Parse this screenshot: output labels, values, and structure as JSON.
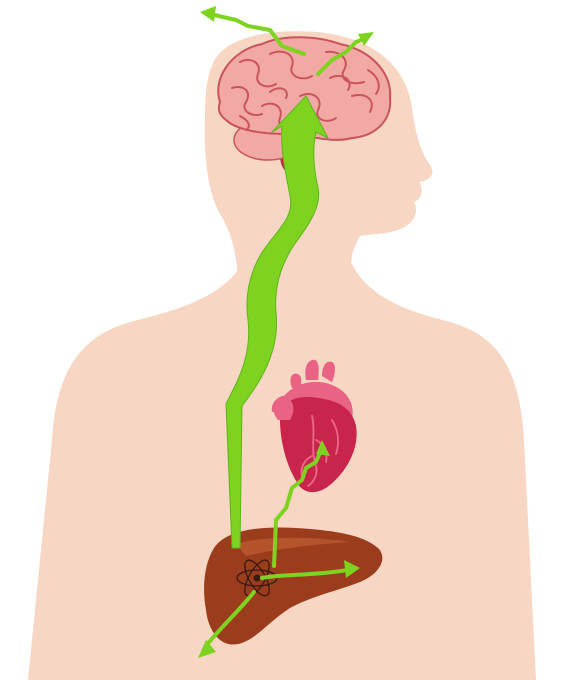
{
  "figure": {
    "subject": "human-body-silhouette",
    "organs": [
      {
        "id": "brain",
        "icon": "brain-icon"
      },
      {
        "id": "heart",
        "icon": "heart-icon"
      },
      {
        "id": "liver",
        "icon": "liver-icon"
      }
    ],
    "pathways": [
      {
        "from": "liver",
        "to": "brain",
        "kind": "main-zigzag-arrow"
      },
      {
        "from": "liver",
        "to": "heart",
        "kind": "thin-zigzag-arrow"
      },
      {
        "from": "liver",
        "to": "liver-right-lobe",
        "kind": "thin-arrow"
      },
      {
        "from": "liver",
        "to": "outside-lower-left",
        "kind": "thin-arrow"
      },
      {
        "from": "brain",
        "to": "outside-upper-left",
        "kind": "thin-zigzag-arrow"
      },
      {
        "from": "brain",
        "to": "brain-upper-right",
        "kind": "thin-zigzag-arrow"
      }
    ],
    "colors": {
      "skin": "#f7d6c3",
      "arrow": "#7ed321",
      "arrow_dark": "#5fb51a",
      "brain": "#f2a8a4",
      "brain_lines": "#c9555a",
      "heart": "#c8244c",
      "heart_light": "#e96384",
      "liver": "#9b3d1c",
      "liver_light": "#b5532c"
    }
  }
}
